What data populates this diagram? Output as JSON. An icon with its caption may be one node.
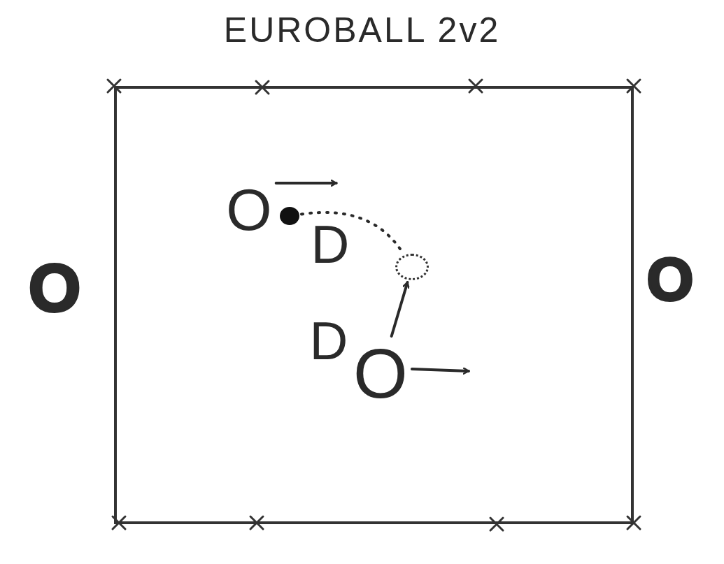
{
  "diagram": {
    "title": "EUROBALL 2v2",
    "nodes": [
      {
        "text": [],
        "shape": "box"
      },
      {
        "text": [
          "O"
        ],
        "in": 0
      },
      {
        "text": [],
        "shape": "circle",
        "in": 0
      },
      {
        "text": [
          "D"
        ],
        "in": 0
      },
      {
        "text": [],
        "shape": "circle",
        "in": 0
      },
      {
        "text": [
          "D"
        ],
        "in": 0
      },
      {
        "text": [
          "O"
        ],
        "in": 0
      },
      {
        "text": [
          "O"
        ]
      },
      {
        "text": [
          "O"
        ]
      }
    ],
    "edges": [
      {
        "from": 1,
        "to": null,
        "arrow": "to"
      },
      {
        "from": 2,
        "to": 4,
        "arrow": "none",
        "style": "dashed"
      },
      {
        "from": 6,
        "to": 4,
        "arrow": "to"
      },
      {
        "from": 6,
        "to": null,
        "arrow": "to"
      }
    ]
  }
}
